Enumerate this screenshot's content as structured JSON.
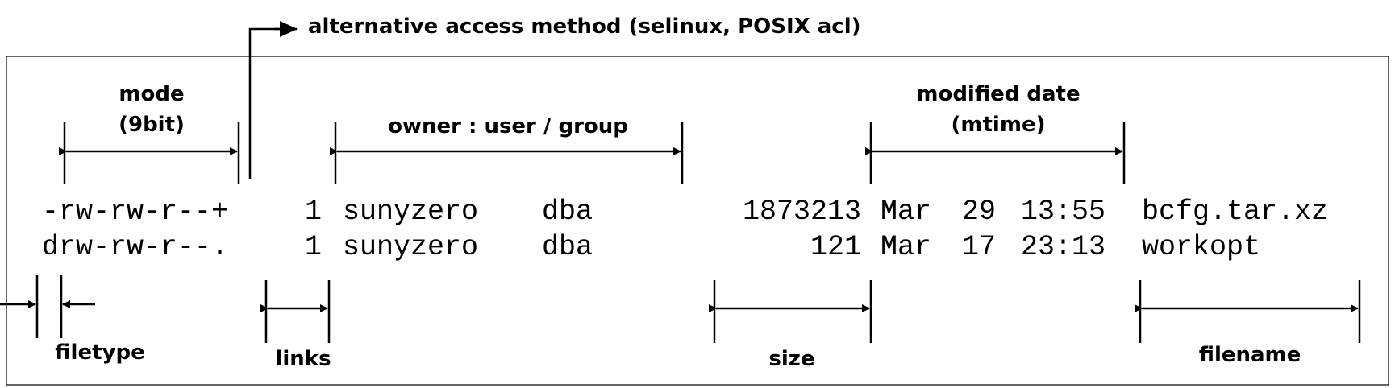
{
  "labels": {
    "alt_access": "alternative access method (selinux, POSIX acl)",
    "mode_line1": "mode",
    "mode_line2": "(9bit)",
    "owner": "owner : user / group",
    "mdate_line1": "modified date",
    "mdate_line2": "(mtime)",
    "filetype": "filetype",
    "links": "links",
    "size": "size",
    "filename": "filename"
  },
  "listing": [
    {
      "perm": "-rw-rw-r--+",
      "links": "1",
      "user": "sunyzero",
      "group": "dba",
      "size": "1873213",
      "month": "Mar",
      "day": "29",
      "time": "13:55",
      "name": "bcfg.tar.xz"
    },
    {
      "perm": "drw-rw-r--.",
      "links": "1",
      "user": "sunyzero",
      "group": "dba",
      "size": "121",
      "month": "Mar",
      "day": "17",
      "time": "23:13",
      "name": "workopt"
    }
  ]
}
